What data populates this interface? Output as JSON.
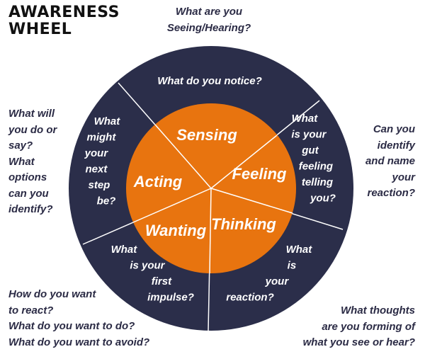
{
  "title": {
    "line1": "AWARENESS",
    "line2": "WHEEL"
  },
  "colors": {
    "ring": "#2b2e4a",
    "core": "#e8740f",
    "divider": "#ffffff",
    "outer_text": "#2b2b45"
  },
  "segments": {
    "sensing": {
      "label": "Sensing",
      "question": [
        "What do you notice?"
      ]
    },
    "feeling": {
      "label": "Feeling",
      "question": [
        "What",
        "is your",
        "gut",
        "feeling",
        "telling",
        "you?"
      ]
    },
    "thinking": {
      "label": "Thinking",
      "question": [
        "What",
        "is",
        "your",
        "reaction?"
      ]
    },
    "wanting": {
      "label": "Wanting",
      "question": [
        "What",
        "is your",
        "first",
        "impulse?"
      ]
    },
    "acting": {
      "label": "Acting",
      "question": [
        "What",
        "might",
        "your",
        "next",
        "step",
        "be?"
      ]
    }
  },
  "outer_questions": {
    "top": [
      "What are you",
      "Seeing/Hearing?"
    ],
    "right": [
      "Can you",
      "identify",
      "and name",
      "your",
      "reaction?"
    ],
    "bottom_right": [
      "What thoughts",
      "are you forming of",
      "what you see or hear?"
    ],
    "bottom_left": [
      "How do you want",
      "to react?",
      "What do you want to do?",
      "What do you want to avoid?"
    ],
    "left": [
      "What will",
      "you do or",
      "say?",
      "What",
      "options",
      "can you",
      "identify?"
    ]
  }
}
